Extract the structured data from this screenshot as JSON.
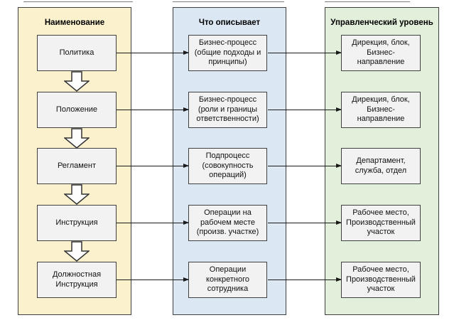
{
  "columns": [
    {
      "id": "name",
      "header": "Наименование",
      "items": [
        "Политика",
        "Положение",
        "Регламент",
        "Инструкция",
        "Должностная\nИнструкция"
      ]
    },
    {
      "id": "describes",
      "header": "Что описывает",
      "items": [
        "Бизнес-процесс\n(общие подходы и\nпринципы)",
        "Бизнес-процесс\n(роли и границы\nответственности)",
        "Подпроцесс\n(совокупность\nопераций)",
        "Операции на\nрабочем месте\n(произв. участке)",
        "Операции\nконкретного\nсотрудника"
      ]
    },
    {
      "id": "management-level",
      "header": "Управленческий уровень",
      "items": [
        "Дирекция, блок,\nБизнес-\nнаправление",
        "Дирекция, блок,\nБизнес-\nнаправление",
        "Департамент,\nслужба, отдел",
        "Рабочее место,\nПроизводственный\nучасток",
        "Рабочее место,\nПроизводственный\nучасток"
      ]
    }
  ],
  "colors": {
    "column_name_bg": "#fbf1cc",
    "column_describes_bg": "#dbe8f4",
    "column_level_bg": "#e2efda",
    "box_fill": "#f2f2f2",
    "border": "#3f3f3f",
    "connector": "#1a1a1a"
  }
}
